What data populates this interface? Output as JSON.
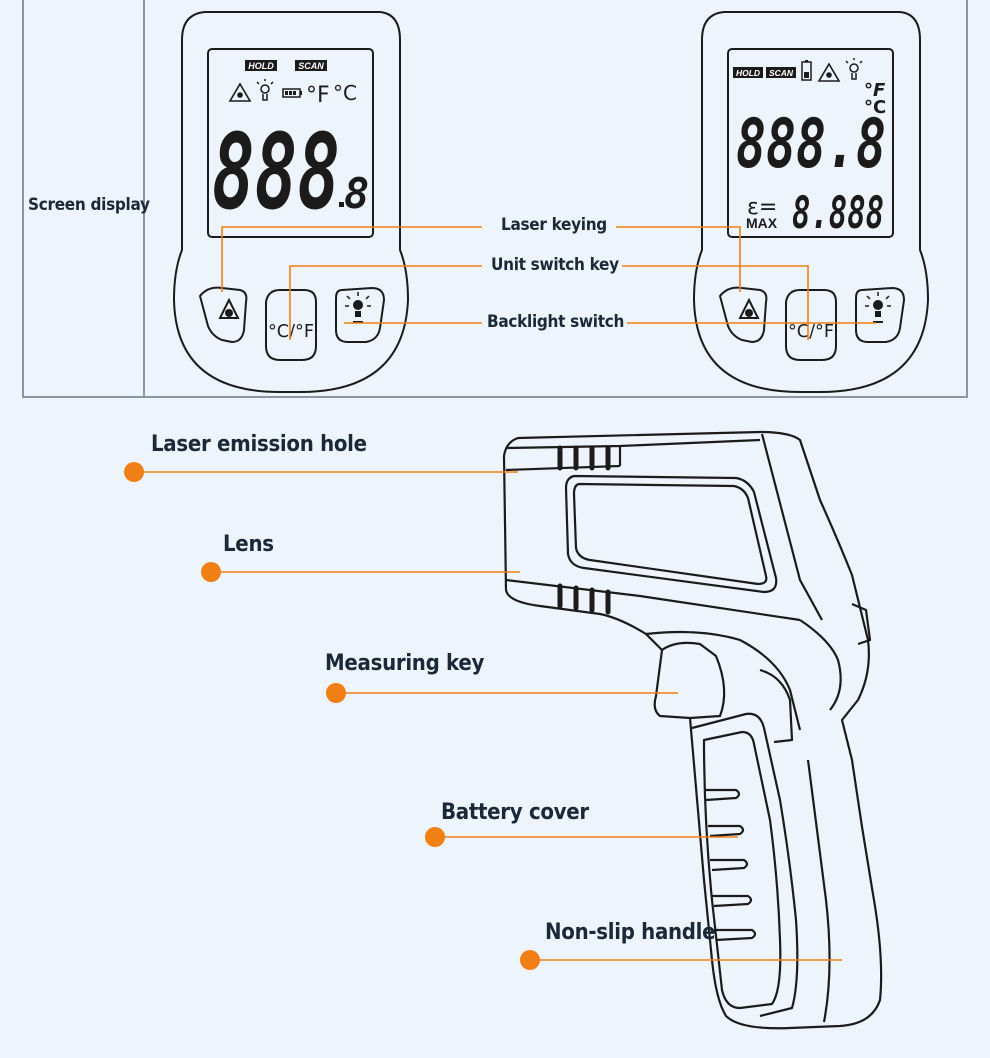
{
  "table": {
    "row_label": "Screen display"
  },
  "button_callouts": {
    "laser_keying": "Laser keying",
    "unit_switch_key": "Unit switch key",
    "backlight_switch": "Backlight switch"
  },
  "left_lcd": {
    "hold": "HOLD",
    "scan": "SCAN",
    "unit_f": "°F",
    "unit_c": "°C",
    "main_digits": "888",
    "small_digit": "8"
  },
  "right_lcd": {
    "hold": "HOLD",
    "scan": "SCAN",
    "unit_f": "°F",
    "unit_c": "°C",
    "main_digits": "888.8",
    "emissivity_symbol": "ε=",
    "max_label": "MAX",
    "secondary_digits": "8.888"
  },
  "keys": {
    "unit_key_label": "°C/°F"
  },
  "gun_callouts": {
    "laser_emission_hole": "Laser emission hole",
    "lens": "Lens",
    "measuring_key": "Measuring key",
    "battery_cover": "Battery cover",
    "non_slip_handle": "Non-slip handle"
  },
  "colors": {
    "accent": "#f07f15",
    "line": "#1b1b1b",
    "background": "#eef4fb",
    "table_border": "#8a96a4"
  }
}
